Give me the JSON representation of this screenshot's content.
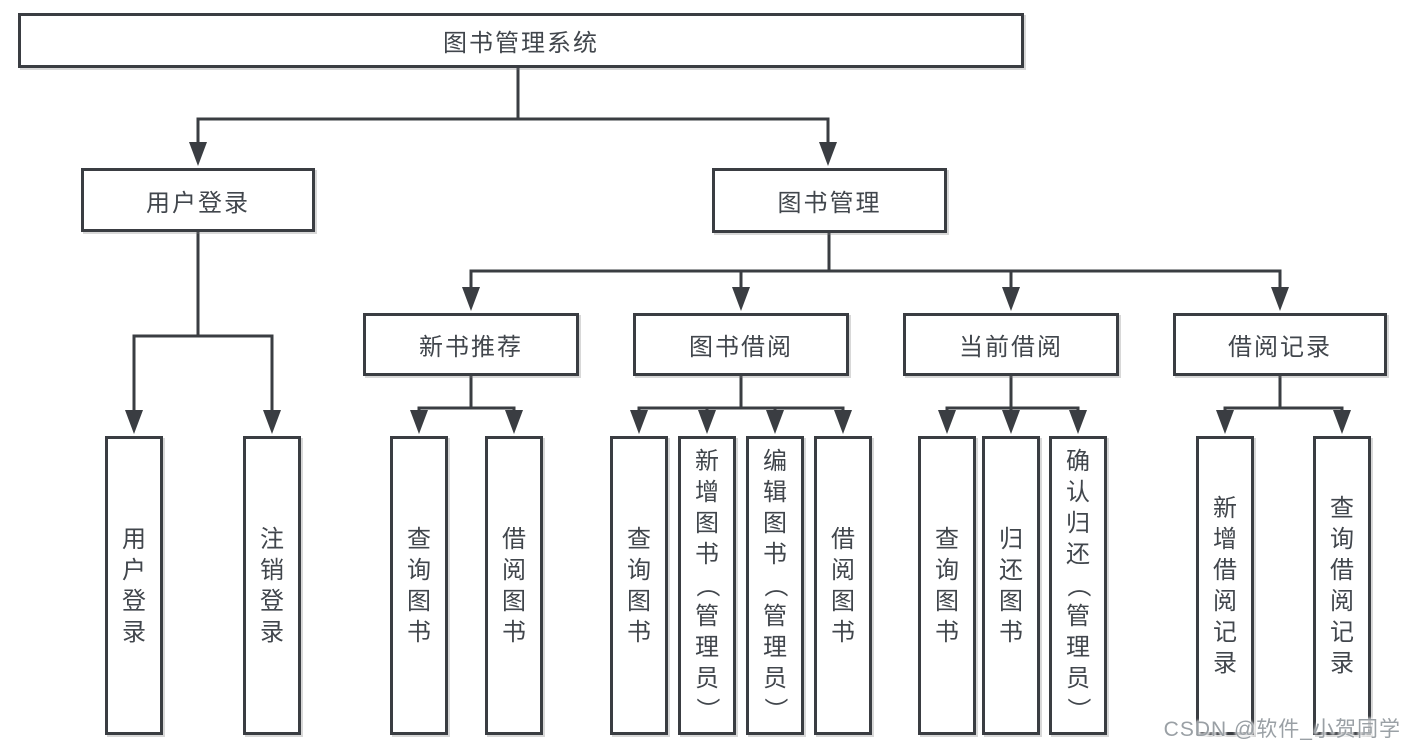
{
  "nodes": {
    "root": "图书管理系统",
    "login": "用户登录",
    "manage": "图书管理",
    "login_children": [
      "用户登录",
      "注销登录"
    ],
    "modules": [
      "新书推荐",
      "图书借阅",
      "当前借阅",
      "借阅记录"
    ],
    "module_children": [
      [
        "查询图书",
        "借阅图书"
      ],
      [
        "查询图书",
        "新增图书（管理员）",
        "编辑图书（管理员）",
        "借阅图书"
      ],
      [
        "查询图书",
        "归还图书",
        "确认归还（管理员）"
      ],
      [
        "新增借阅记录",
        "查询借阅记录"
      ]
    ]
  },
  "watermark": "CSDN @软件_小贺同学",
  "colors": {
    "line": "#3a3d42",
    "box_border": "#3a3d42",
    "text": "#41464c",
    "watermark": "#9aa0a5",
    "background": "#ffffff"
  }
}
